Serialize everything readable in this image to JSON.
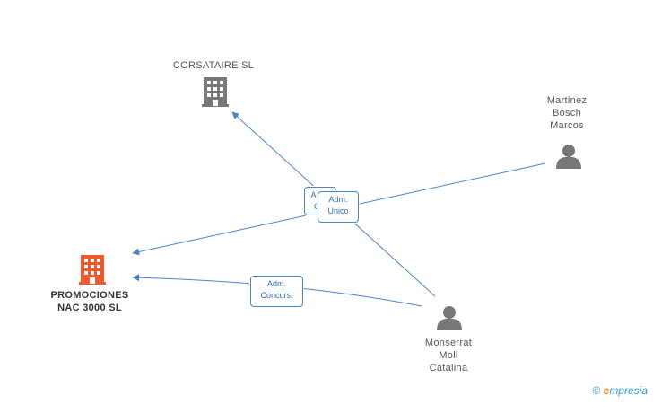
{
  "colors": {
    "edge": "#4a86c8",
    "company_main": "#f2592a",
    "company_other": "#777777",
    "person": "#777777",
    "label_text": "#2f6db5"
  },
  "nodes": {
    "corsataire": {
      "label": "CORSATAIRE SL",
      "icon": "building-icon"
    },
    "promociones": {
      "label_line1": "PROMOCIONES",
      "label_line2": "NAC 3000 SL",
      "icon": "building-icon"
    },
    "martinez": {
      "line1": "Martinez",
      "line2": "Bosch",
      "line3": "Marcos",
      "icon": "person-icon"
    },
    "monserrat": {
      "line1": "Monserrat",
      "line2": "Moll",
      "line3": "Catalina",
      "icon": "person-icon"
    }
  },
  "edge_labels": {
    "back_box": {
      "line1": "Adm.",
      "line2": "C..."
    },
    "adm_unico": {
      "line1": "Adm.",
      "line2": "Unico"
    },
    "adm_concurs": {
      "line1": "Adm.",
      "line2": "Concurs."
    }
  },
  "footer": {
    "copyright_symbol": "©",
    "brand_e": "e",
    "brand_rest": "mpresia"
  }
}
